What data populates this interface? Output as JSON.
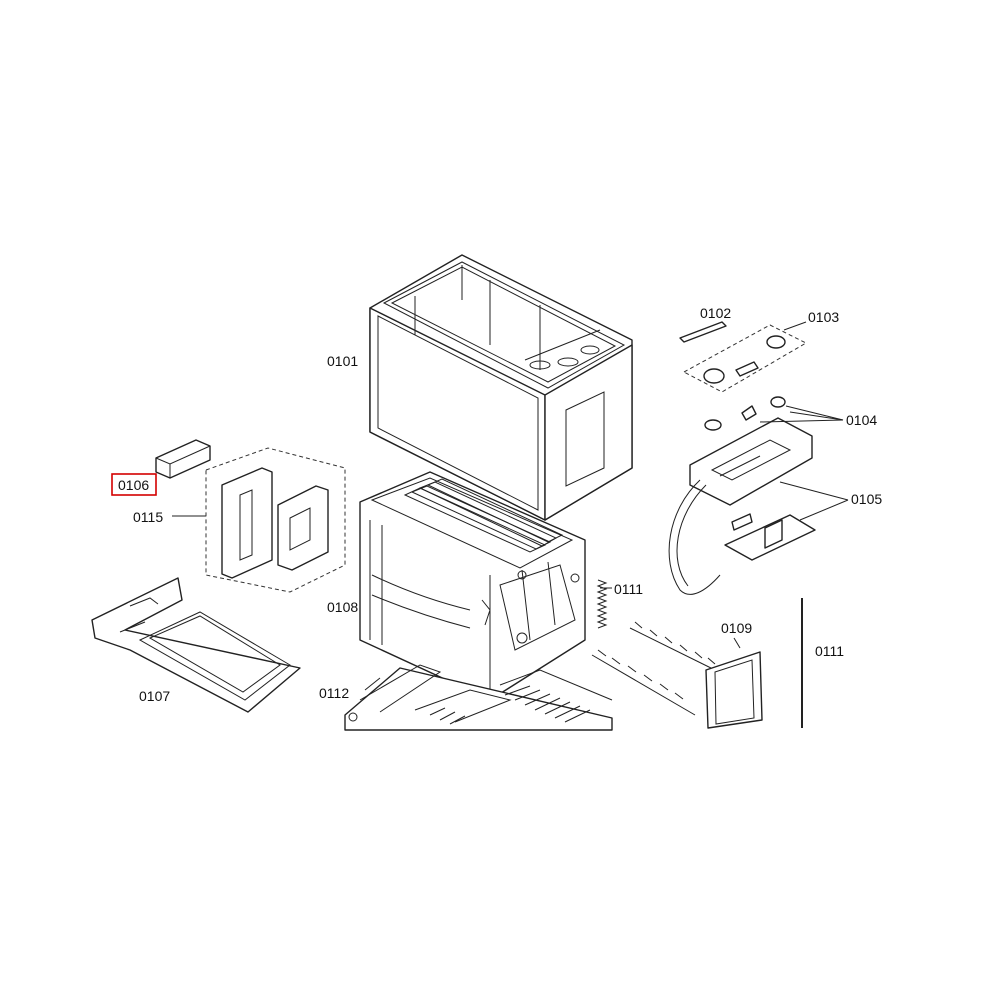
{
  "callouts": {
    "c0101": "0101",
    "c0102": "0102",
    "c0103": "0103",
    "c0104": "0104",
    "c0105": "0105",
    "c0106": "0106",
    "c0107": "0107",
    "c0108": "0108",
    "c0109": "0109",
    "c0111a": "0111",
    "c0111b": "0111",
    "c0112": "0112",
    "c0115": "0115"
  },
  "highlight": {
    "callout": "0106",
    "color": "#d40000"
  }
}
